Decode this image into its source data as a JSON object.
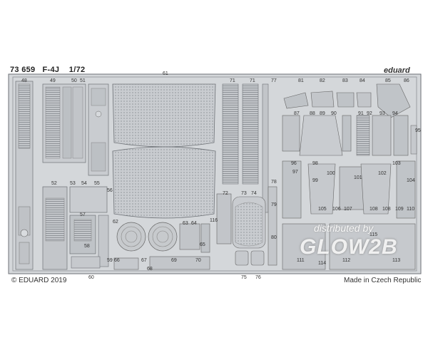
{
  "header": {
    "kit_code": "73 659",
    "kit_name": "F-4J",
    "scale": "1/72",
    "brand": "eduard"
  },
  "footer": {
    "copyright": "© EDUARD 2019",
    "origin": "Made in Czech Republic"
  },
  "watermark": {
    "line1": "distributed by",
    "line2": "GLOW2B"
  },
  "part_numbers": [
    "48",
    "49",
    "50",
    "51",
    "61",
    "71",
    "71",
    "77",
    "81",
    "82",
    "83",
    "84",
    "85",
    "86",
    "87",
    "88",
    "89",
    "90",
    "91",
    "92",
    "93",
    "94",
    "95",
    "96",
    "97",
    "98",
    "99",
    "100",
    "101",
    "102",
    "103",
    "104",
    "105",
    "106",
    "107",
    "108",
    "108",
    "109",
    "110",
    "111",
    "112",
    "113",
    "114",
    "115",
    "116",
    "52",
    "53",
    "54",
    "55",
    "56",
    "57",
    "58",
    "59",
    "60",
    "62",
    "63",
    "64",
    "65",
    "66",
    "67",
    "68",
    "69",
    "70",
    "72",
    "73",
    "74",
    "75",
    "76",
    "78",
    "79",
    "80"
  ],
  "colors": {
    "fret": "#cfd2d5",
    "fret_dark": "#8d9196",
    "fret_edge": "#6e7277",
    "background": "#ffffff"
  }
}
